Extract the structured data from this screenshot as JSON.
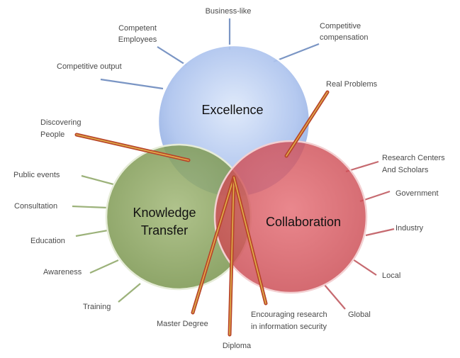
{
  "circles": {
    "excellence": {
      "title": "Excellence",
      "color": "#9bb6e6"
    },
    "knowledge": {
      "title_line1": "Knowledge",
      "title_line2": "Transfer",
      "color": "#7e9a4e"
    },
    "collaboration": {
      "title": "Collaboration",
      "color": "#d24e55"
    }
  },
  "labels": {
    "business_like": "Business-like",
    "competent_employees_1": "Competent",
    "competent_employees_2": "Employees",
    "competitive_compensation_1": "Competitive",
    "competitive_compensation_2": "compensation",
    "competitive_output": "Competitive output",
    "real_problems": "Real Problems",
    "discovering_people_1": "Discovering",
    "discovering_people_2": "People",
    "public_events": "Public events",
    "consultation": "Consultation",
    "education": "Education",
    "awareness": "Awareness",
    "training": "Training",
    "master_degree": "Master Degree",
    "diploma": "Diploma",
    "encouraging_1": "Encouraging research",
    "encouraging_2": "in information  security",
    "research_centers_1": "Research Centers",
    "research_centers_2": "And Scholars",
    "government": "Government",
    "industry": "Industry",
    "local": "Local",
    "global": "Global"
  },
  "colors": {
    "blue_line": "#7a95c4",
    "green_line": "#9cb27a",
    "red_line": "#c66a70",
    "double_line_outer": "#b8452a",
    "double_line_inner": "#e0b04a"
  }
}
